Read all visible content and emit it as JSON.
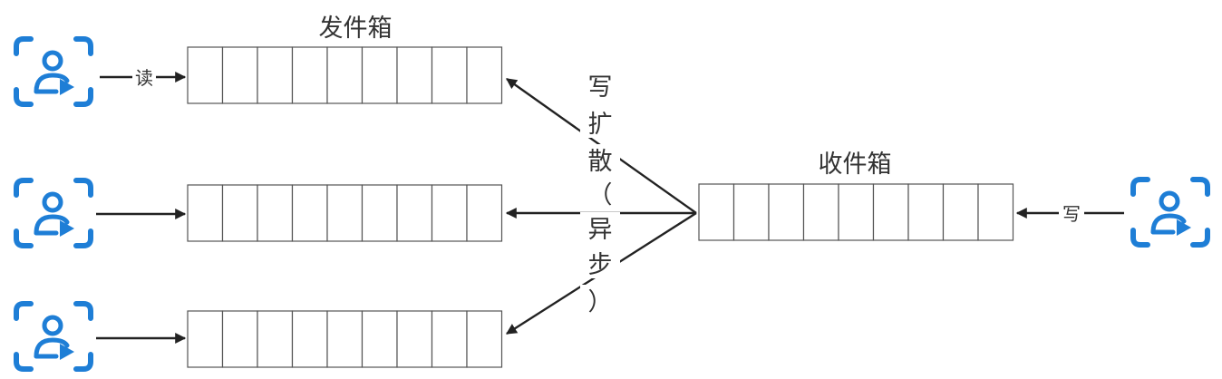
{
  "labels": {
    "outbox": "发件箱",
    "inbox": "收件箱",
    "read": "读",
    "write_in": "写",
    "fanout": [
      "写",
      "扩",
      "散",
      "（",
      "异",
      "步",
      "）"
    ]
  },
  "queue_cells": 9,
  "colors": {
    "user_icon": "#1e7ed6",
    "arrow": "#222222",
    "queue_border": "#555555",
    "label_text": "#333333"
  },
  "icons": [
    "user-play-icon"
  ]
}
